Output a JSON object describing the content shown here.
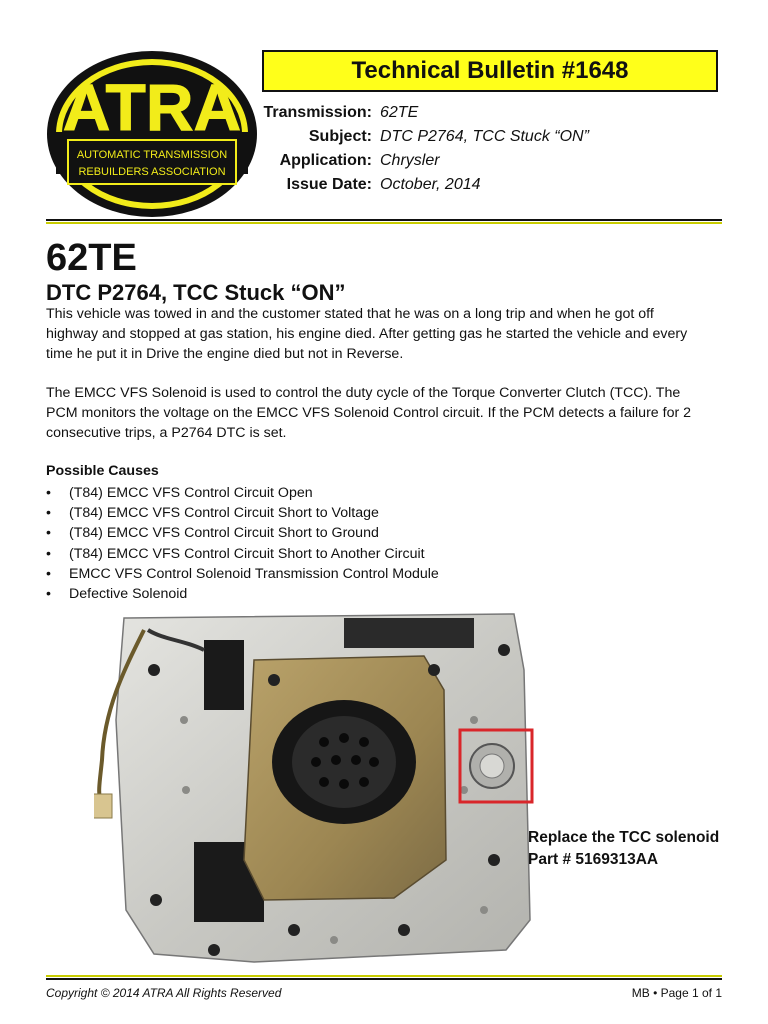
{
  "logo": {
    "acronym": "ATRA",
    "line1": "AUTOMATIC TRANSMISSION",
    "line2": "REBUILDERS ASSOCIATION"
  },
  "bulletin": {
    "title": "Technical Bulletin #1648",
    "meta": [
      {
        "label": "Transmission:",
        "value": "62TE"
      },
      {
        "label": "Subject:",
        "value": "DTC P2764, TCC Stuck “ON”"
      },
      {
        "label": "Application:",
        "value": "Chrysler"
      },
      {
        "label": "Issue Date:",
        "value": "October, 2014"
      }
    ]
  },
  "body": {
    "heading": "62TE",
    "subheading": "DTC P2764, TCC Stuck “ON”",
    "paragraph1_lines": [
      "This vehicle was towed in and the customer stated that he was on a long trip and when he got off",
      "highway and stopped at gas station, his engine died. After getting gas he started the vehicle and every",
      "time he put it in Drive the engine died but not in Reverse."
    ],
    "paragraph2_lines": [
      "The EMCC VFS Solenoid is used to control the duty cycle of the Torque Converter Clutch (TCC). The",
      "PCM monitors the voltage on the EMCC VFS Solenoid Control circuit. If the PCM detects a failure for 2",
      "consecutive trips, a P2764 DTC is set."
    ],
    "causes_title": "Possible Causes",
    "causes": [
      "(T84) EMCC VFS Control Circuit Open",
      "(T84) EMCC VFS Control Circuit Short to Voltage",
      "(T84) EMCC VFS Control Circuit Short to Ground",
      "(T84) EMCC VFS Control Circuit Short to Another Circuit",
      "EMCC VFS Control Solenoid Transmission Control Module",
      "Defective Solenoid"
    ]
  },
  "caption": {
    "line1": "Replace the TCC solenoid",
    "line2": "Part # 5169313AA"
  },
  "footer": {
    "copyright": "Copyright © 2014 ATRA All Rights Reserved",
    "page": "MB • Page 1 of 1"
  },
  "colors": {
    "banner_yellow": "#ffff1a",
    "logo_yellow": "#f2ec1a",
    "rule_gold": "#c8cc00",
    "highlight_red": "#d9262a"
  }
}
